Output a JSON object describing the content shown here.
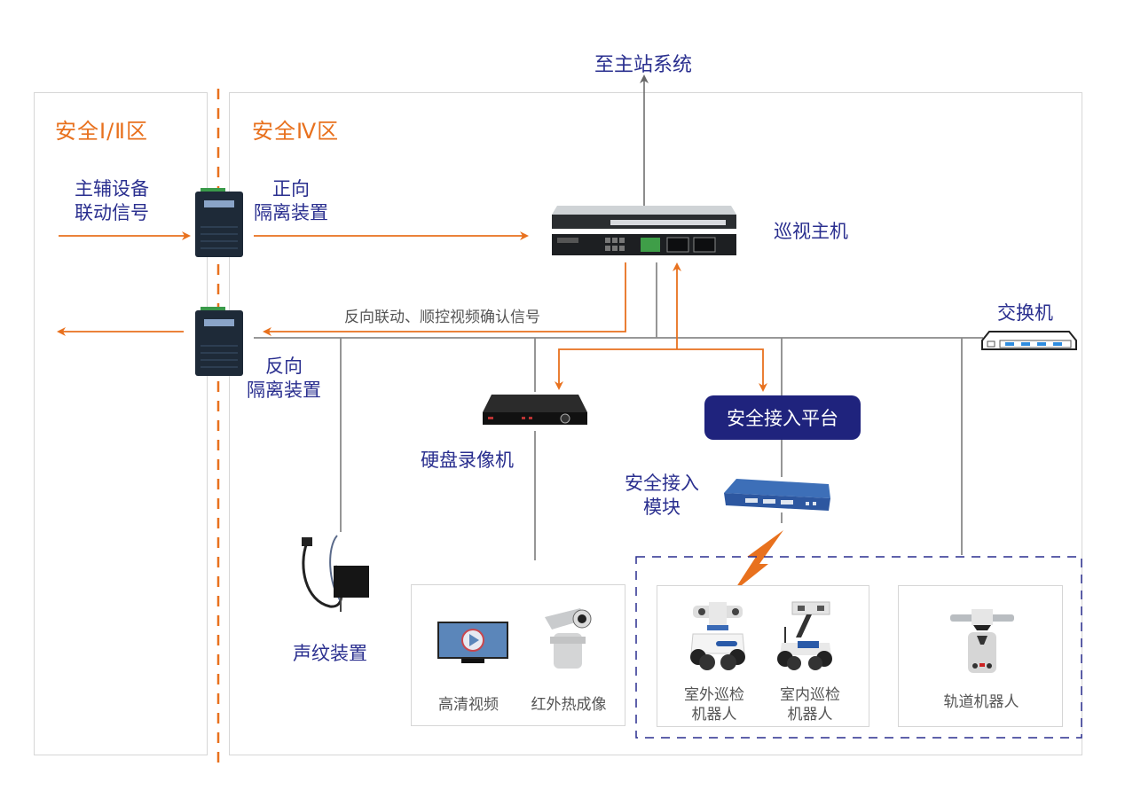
{
  "zones": {
    "secure_1_2": "安全Ⅰ/Ⅱ区",
    "secure_4": "安全Ⅳ区"
  },
  "labels": {
    "to_master_station": "至主站系统",
    "linkage_signal_line1": "主辅设备",
    "linkage_signal_line2": "联动信号",
    "forward_isolator_line1": "正向",
    "forward_isolator_line2": "隔离装置",
    "reverse_isolator_line1": "反向",
    "reverse_isolator_line2": "隔离装置",
    "patrol_host": "巡视主机",
    "switch": "交换机",
    "reverse_signal": "反向联动、顺控视频确认信号",
    "nvr": "硬盘录像机",
    "secure_access_platform": "安全接入平台",
    "secure_access_module_line1": "安全接入",
    "secure_access_module_line2": "模块",
    "acoustic_device": "声纹装置"
  },
  "video_group": {
    "items": [
      {
        "label": "高清视频",
        "icon": "monitor-play-icon"
      },
      {
        "label": "红外热成像",
        "icon": "thermal-camera-icon"
      }
    ]
  },
  "robot_group": {
    "items": [
      {
        "label_line1": "室外巡检",
        "label_line2": "机器人",
        "icon": "outdoor-robot-icon"
      },
      {
        "label_line1": "室内巡检",
        "label_line2": "机器人",
        "icon": "indoor-robot-icon"
      }
    ]
  },
  "rail_group": {
    "label": "轨道机器人",
    "icon": "rail-robot-icon"
  },
  "colors": {
    "accent_orange": "#e8711e",
    "label_blue": "#2a2f8f",
    "platform_navy": "#1f237d",
    "line_gray": "#8a8a8a",
    "zone_border": "#d6d6d6"
  }
}
